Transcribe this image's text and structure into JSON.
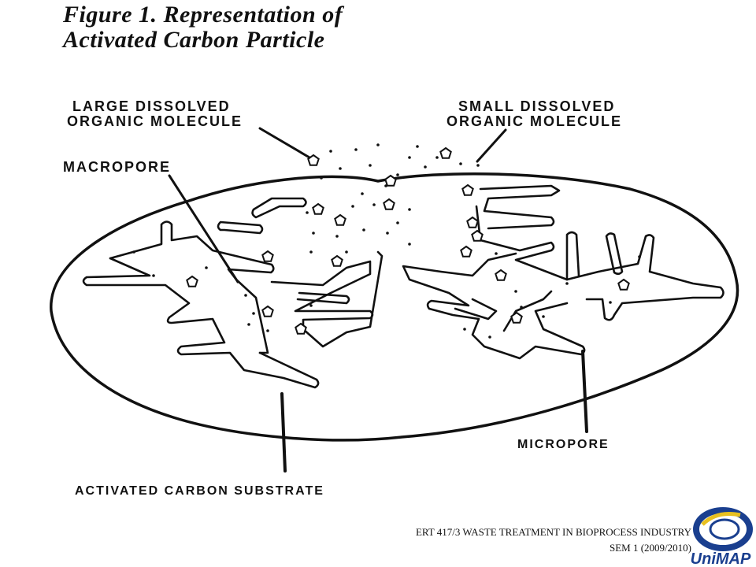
{
  "figure": {
    "title_line1": "Figure 1. Representation of",
    "title_line2": "Activated Carbon Particle"
  },
  "labels": {
    "large_line1": "LARGE DISSOLVED",
    "large_line2": "ORGANIC MOLECULE",
    "small_line1": "SMALL DISSOLVED",
    "small_line2": "ORGANIC MOLECULE",
    "macropore": "MACROPORE",
    "micropore": "MICROPORE",
    "substrate": "ACTIVATED CARBON SUBSTRATE"
  },
  "footer": {
    "line1": "ERT 417/3 WASTE TREATMENT IN BIOPROCESS INDUSTRY",
    "line2": "SEM 1 (2009/2010)"
  },
  "logo": {
    "text": "UniMAP",
    "colors": {
      "blue": "#1a3f8f",
      "yellow": "#e8c020"
    }
  },
  "icons": [
    "pentagon-molecule-icon",
    "unimap-logo"
  ]
}
